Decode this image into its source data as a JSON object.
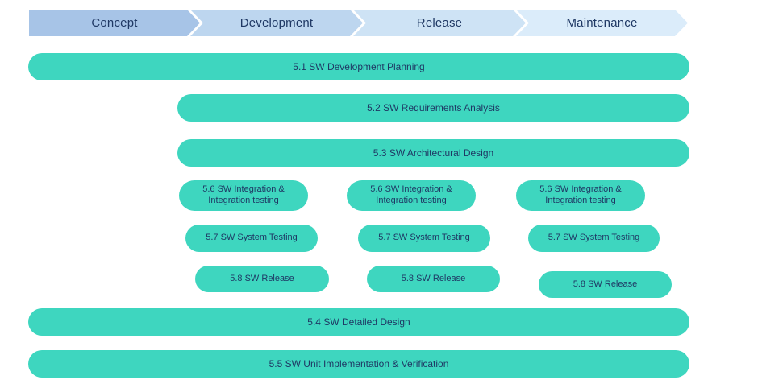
{
  "colors": {
    "bar_fill": "#3ed6bf",
    "bar_text": "#1f3864",
    "phase_text": "#1f3864"
  },
  "phase_header": {
    "items": [
      {
        "label": "Concept",
        "fill": "#a7c4e7"
      },
      {
        "label": "Development",
        "fill": "#bdd6ef"
      },
      {
        "label": "Release",
        "fill": "#cee3f5"
      },
      {
        "label": "Maintenance",
        "fill": "#dbecfa"
      }
    ]
  },
  "bars": {
    "planning": {
      "label": "5.1 SW Development Planning"
    },
    "requirements": {
      "label": "5.2 SW Requirements Analysis"
    },
    "architecture": {
      "label": "5.3 SW Architectural Design"
    },
    "integration": {
      "line1": "5.6 SW Integration &",
      "line2": "Integration testing",
      "count": 3
    },
    "system_testing": {
      "label": "5.7 SW System Testing",
      "count": 3
    },
    "release": {
      "label": "5.8 SW Release",
      "count": 3
    },
    "detailed_design": {
      "label": "5.4 SW Detailed Design"
    },
    "unit_impl": {
      "label": "5.5 SW Unit Implementation & Verification"
    }
  }
}
